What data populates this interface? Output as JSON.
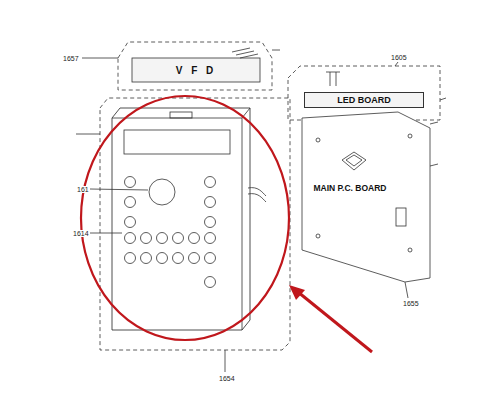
{
  "diagram": {
    "nodes": [
      {
        "text": [
          "V F D"
        ]
      },
      {
        "text": [
          "LED BOARD"
        ]
      },
      {
        "text": [
          "MAIN P.C. BOARD"
        ]
      }
    ],
    "labels": [
      "1657",
      "1605",
      "161",
      "1614",
      "1655",
      "1654"
    ]
  }
}
